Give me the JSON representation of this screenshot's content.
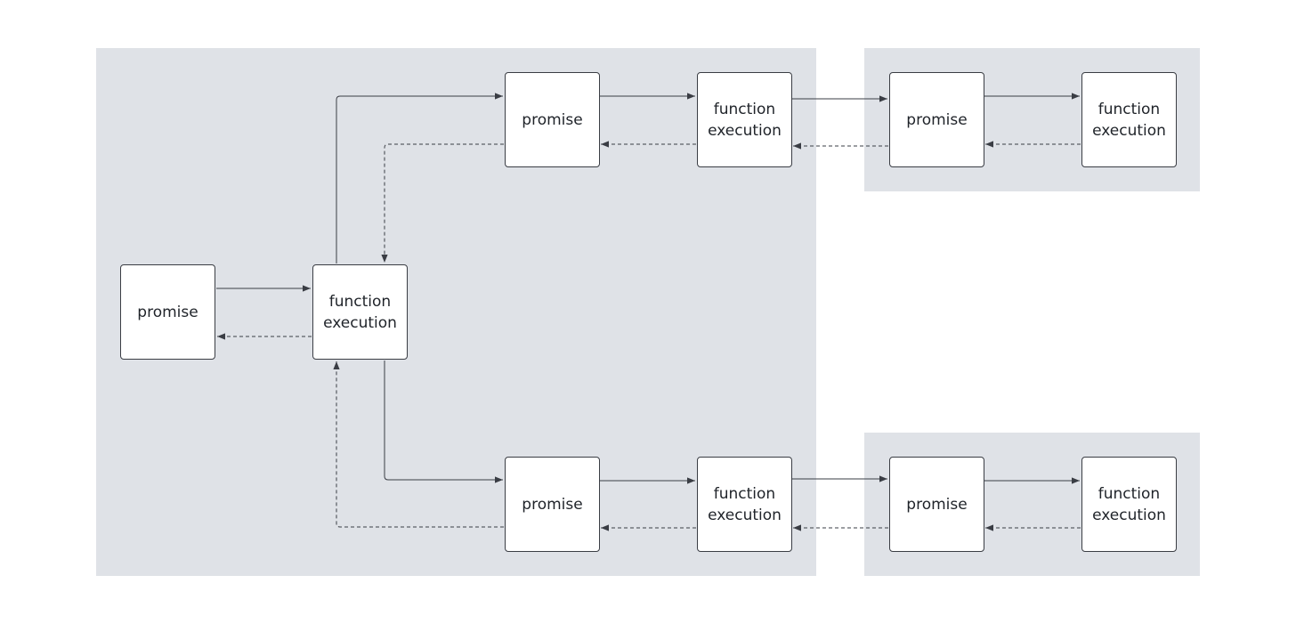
{
  "diagram": {
    "colors": {
      "group_fill": "#dfe2e7",
      "node_fill": "#ffffff",
      "line": "#3a3d44"
    },
    "groups": [
      {
        "id": "main"
      },
      {
        "id": "top-right"
      },
      {
        "id": "bottom-right"
      }
    ],
    "nodes": [
      {
        "id": "root-promise",
        "label": "promise"
      },
      {
        "id": "root-function",
        "label": "function execution"
      },
      {
        "id": "top-promise-1",
        "label": "promise"
      },
      {
        "id": "top-function-1",
        "label": "function execution"
      },
      {
        "id": "top-promise-2",
        "label": "promise"
      },
      {
        "id": "top-function-2",
        "label": "function execution"
      },
      {
        "id": "bottom-promise-1",
        "label": "promise"
      },
      {
        "id": "bottom-function-1",
        "label": "function execution"
      },
      {
        "id": "bottom-promise-2",
        "label": "promise"
      },
      {
        "id": "bottom-function-2",
        "label": "function execution"
      }
    ],
    "edges": [
      {
        "from": "root-promise",
        "to": "root-function",
        "style": "solid"
      },
      {
        "from": "root-function",
        "to": "root-promise",
        "style": "dashed"
      },
      {
        "from": "root-function",
        "to": "top-promise-1",
        "style": "solid"
      },
      {
        "from": "top-promise-1",
        "to": "root-function",
        "style": "dashed"
      },
      {
        "from": "root-function",
        "to": "bottom-promise-1",
        "style": "solid"
      },
      {
        "from": "bottom-promise-1",
        "to": "root-function",
        "style": "dashed"
      },
      {
        "from": "top-promise-1",
        "to": "top-function-1",
        "style": "solid"
      },
      {
        "from": "top-function-1",
        "to": "top-promise-1",
        "style": "dashed"
      },
      {
        "from": "top-function-1",
        "to": "top-promise-2",
        "style": "solid"
      },
      {
        "from": "top-promise-2",
        "to": "top-function-1",
        "style": "dashed"
      },
      {
        "from": "top-promise-2",
        "to": "top-function-2",
        "style": "solid"
      },
      {
        "from": "top-function-2",
        "to": "top-promise-2",
        "style": "dashed"
      },
      {
        "from": "bottom-promise-1",
        "to": "bottom-function-1",
        "style": "solid"
      },
      {
        "from": "bottom-function-1",
        "to": "bottom-promise-1",
        "style": "dashed"
      },
      {
        "from": "bottom-function-1",
        "to": "bottom-promise-2",
        "style": "solid"
      },
      {
        "from": "bottom-promise-2",
        "to": "bottom-function-1",
        "style": "dashed"
      },
      {
        "from": "bottom-promise-2",
        "to": "bottom-function-2",
        "style": "solid"
      },
      {
        "from": "bottom-function-2",
        "to": "bottom-promise-2",
        "style": "dashed"
      }
    ]
  }
}
